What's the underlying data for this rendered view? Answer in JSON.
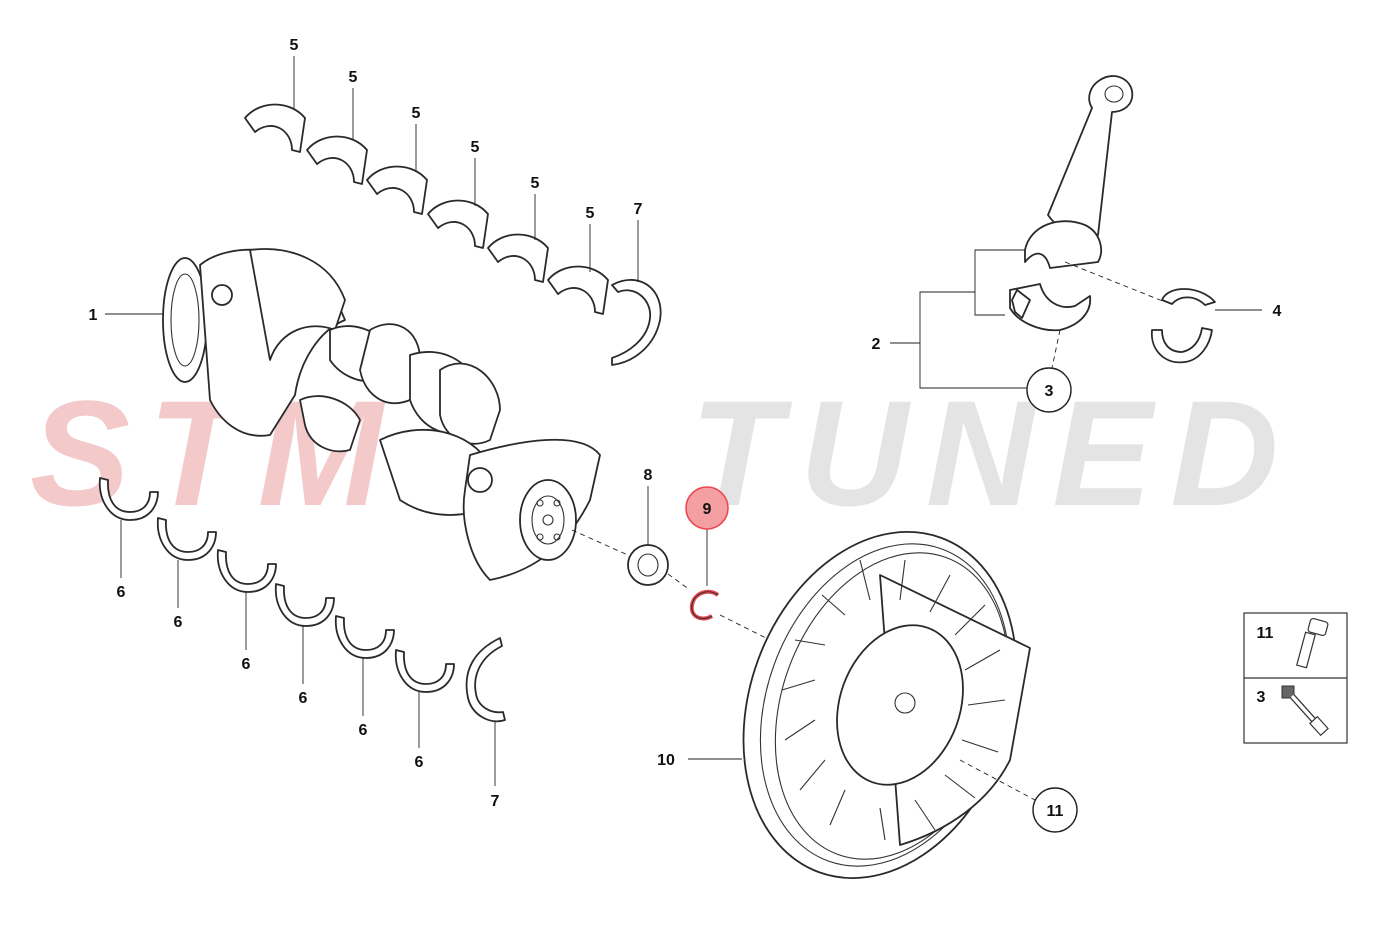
{
  "watermark": {
    "left_text": "STM",
    "right_text": "TUNED",
    "left_color": "#f4c9c9",
    "right_color": "#e4e4e4"
  },
  "highlight_color": "#e8484f",
  "highlight_fill": "#f4a0a3",
  "callouts": {
    "c1": "1",
    "c2": "2",
    "c3_circle": "3",
    "c4": "4",
    "c5": [
      "5",
      "5",
      "5",
      "5",
      "5",
      "5"
    ],
    "c6": [
      "6",
      "6",
      "6",
      "6",
      "6",
      "6"
    ],
    "c7_top": "7",
    "c7_bottom": "7",
    "c8": "8",
    "c9_highlighted": "9",
    "c10": "10",
    "c11_circle": "11"
  },
  "legend_box": {
    "rows": [
      {
        "label": "11",
        "icon": "bolt-icon"
      },
      {
        "label": "3",
        "icon": "stretch-bolt-icon"
      }
    ]
  }
}
